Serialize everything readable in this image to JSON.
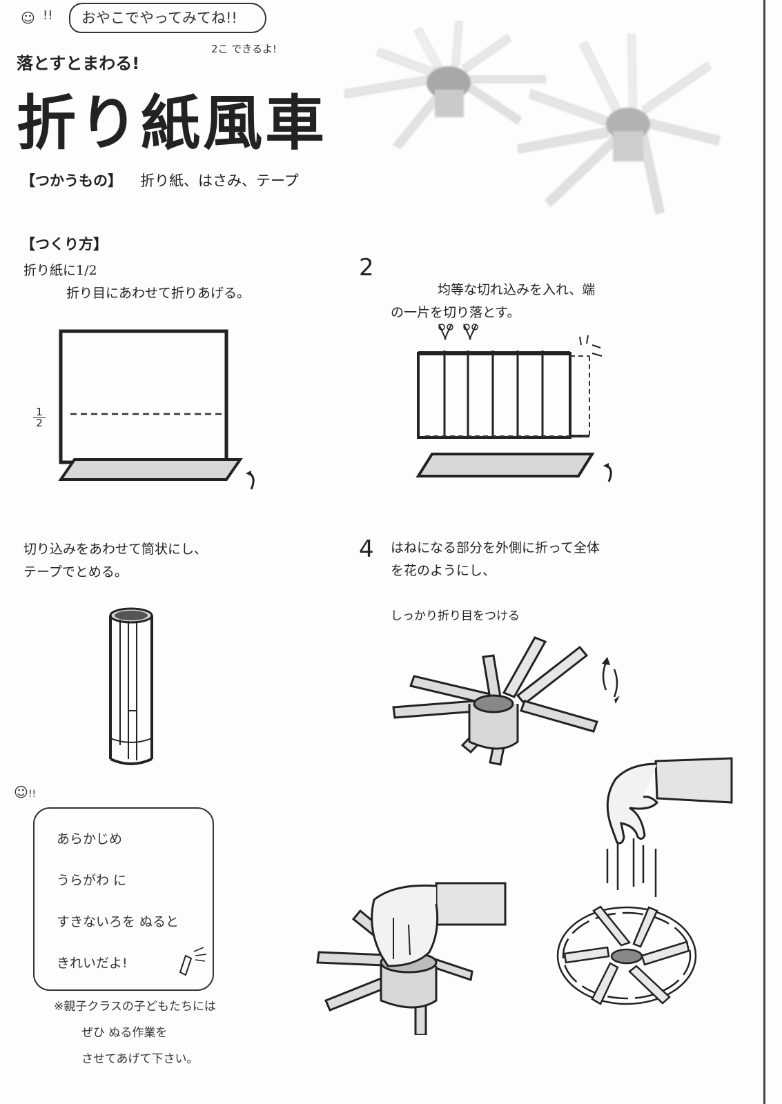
{
  "header": {
    "face": "☺",
    "excl": "!!",
    "top_note": "おやこでやってみてね!!",
    "subtitle": "落とすとまわる!",
    "two_note": "2こ できるよ!",
    "title": "折り紙風車"
  },
  "materials": {
    "label": "【つかうもの】",
    "items": "折り紙、はさみ、テープ"
  },
  "howto_heading": "【つくり方】",
  "steps": [
    {
      "number": "",
      "lines": [
        "折り紙に1/2",
        "折り目にあわせて折りあげる。"
      ]
    },
    {
      "number": "2",
      "lines": [
        "均等な切れ込みを入れ、端",
        "の一片を切り落とす。"
      ]
    },
    {
      "number": "",
      "lines": [
        "切り込みをあわせて筒状にし、",
        "テープでとめる。"
      ]
    },
    {
      "number": "4",
      "lines": [
        "はねになる部分を外側に折って全体",
        "を花のようにし、"
      ],
      "extra": "しっかり折り目をつける"
    }
  ],
  "fraction": {
    "num": "1",
    "den": "2"
  },
  "tip": {
    "face": "☺",
    "excl": "!!",
    "lines": [
      "あらかじめ",
      "うらがわ に",
      "すきないろを ぬると",
      "きれいだよ!"
    ]
  },
  "footnote": [
    "※親子クラスの子どもたちには",
    "ぜひ ぬる作業を",
    "させてあげて下さい。"
  ],
  "colors": {
    "ink": "#222222",
    "paper": "#d8d8d8",
    "center": "#888888"
  }
}
